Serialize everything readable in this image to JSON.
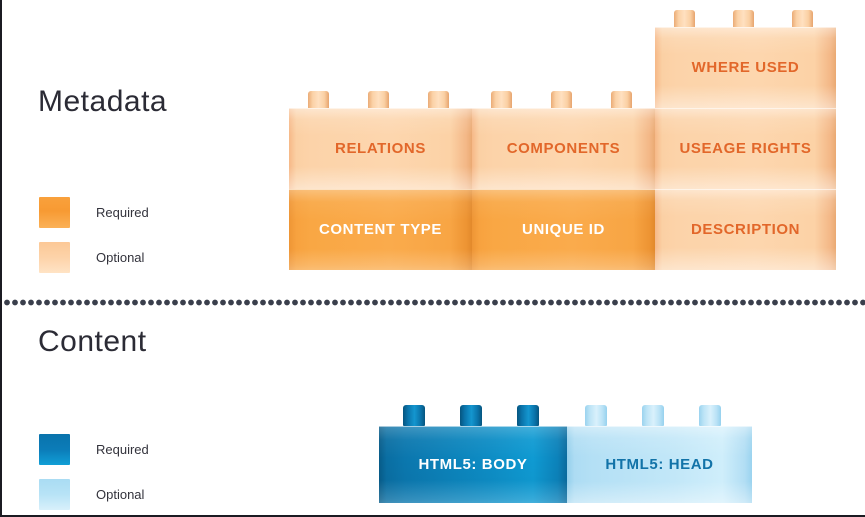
{
  "sections": [
    {
      "id": "metadata",
      "title": "Metadata",
      "legend": [
        {
          "label": "Required",
          "swatch": "#F79A33",
          "kind": "required"
        },
        {
          "label": "Optional",
          "swatch": "#FDD3A9",
          "kind": "optional"
        }
      ],
      "bricks": [
        {
          "label": "WHERE USED",
          "kind": "optional",
          "color": "#FDD6AE",
          "text_color": "#E2672A"
        },
        {
          "label": "RELATIONS",
          "kind": "optional",
          "color": "#FDD6AE",
          "text_color": "#E2672A"
        },
        {
          "label": "COMPONENTS",
          "kind": "optional",
          "color": "#FDD6AE",
          "text_color": "#E2672A"
        },
        {
          "label": "USEAGE RIGHTS",
          "kind": "optional",
          "color": "#FDD6AE",
          "text_color": "#E2672A"
        },
        {
          "label": "CONTENT TYPE",
          "kind": "required",
          "color": "#FAAB4C",
          "text_color": "#FFFFFF"
        },
        {
          "label": "UNIQUE ID",
          "kind": "required",
          "color": "#FAAB4C",
          "text_color": "#FFFFFF"
        },
        {
          "label": "DESCRIPTION",
          "kind": "optional",
          "color": "#FDD6AE",
          "text_color": "#E2672A"
        }
      ]
    },
    {
      "id": "content",
      "title": "Content",
      "legend": [
        {
          "label": "Required",
          "swatch": "#0B7CB8",
          "kind": "required"
        },
        {
          "label": "Optional",
          "swatch": "#B8E3F6",
          "kind": "optional"
        }
      ],
      "bricks": [
        {
          "label": "HTML5: BODY",
          "kind": "required",
          "color": "#0D8CC4",
          "text_color": "#FFFFFF"
        },
        {
          "label": "HTML5: HEAD",
          "kind": "optional",
          "color": "#C2E7F8",
          "text_color": "#1273A8"
        }
      ]
    }
  ],
  "divider": {
    "style": "dotted",
    "color": "#3A3F4C"
  }
}
